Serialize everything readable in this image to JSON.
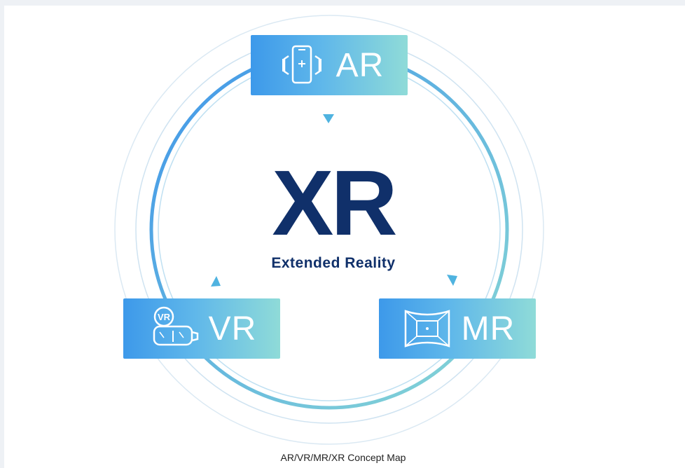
{
  "center": {
    "title": "XR",
    "subtitle": "Extended Reality"
  },
  "nodes": {
    "ar": {
      "label": "AR",
      "icon": "phone-ar-icon"
    },
    "vr": {
      "label": "VR",
      "icon": "vr-headset-icon",
      "badge": "VR"
    },
    "mr": {
      "label": "MR",
      "icon": "mr-frame-icon"
    }
  },
  "caption": "AR/VR/MR/XR Concept Map",
  "colors": {
    "title": "#10306a",
    "gradient_start": "#3d99ea",
    "gradient_end": "#8fdbd8",
    "ring": "#5aaee8",
    "arrow": "#4fb3e0"
  }
}
